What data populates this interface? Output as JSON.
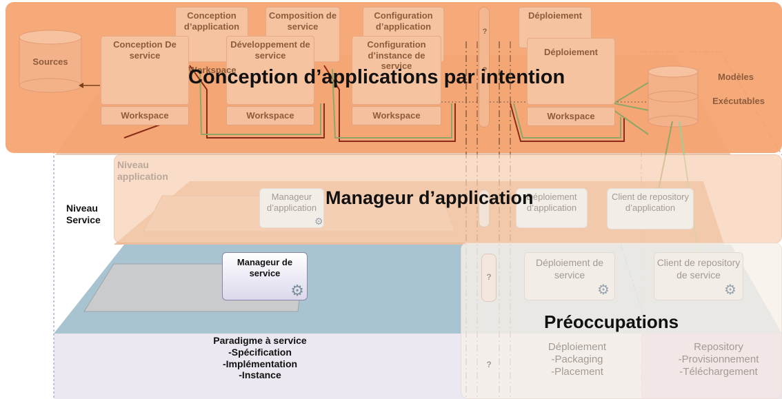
{
  "top": {
    "title": "Conception d’applications par intention",
    "sources": "Sources",
    "cards": [
      "Conception d’application",
      "Composition de service",
      "Configuration d’application",
      "Déploiement",
      "Conception De service",
      "Développement de service",
      "Configuration d’instance de service",
      "Déploiement"
    ],
    "workspace": "Workspace",
    "hidden_workspace": "Workspace",
    "question": "?",
    "modeles": "Modèles",
    "executables": "Exécutables"
  },
  "middle": {
    "title": "Manageur d’application",
    "niveau_application": "Niveau application",
    "niveau_service": "Niveau Service",
    "manageur_application": "Manageur d’application",
    "deploiement_application": "Déploiement d’application",
    "client_repository_application": "Client de repository d’application"
  },
  "bottom": {
    "manageur_service": "Manageur de service",
    "deploiement_service": "Déploiement de service",
    "client_repository_service": "Client de repository de service",
    "question": "?",
    "preoccupations_title": "Préoccupations",
    "paradigme": [
      "Paradigme à service",
      "-Spécification",
      "-Implémentation",
      "-Instance"
    ],
    "deploiement_col": [
      "Déploiement",
      "-Packaging",
      "-Placement"
    ],
    "repository_col": [
      "Repository",
      "-Provisionnement",
      "-Téléchargement"
    ]
  },
  "colors": {
    "top_band": "#f5a36f",
    "middle_band": "#f9d9c2",
    "service_plane": "#a8c3d0",
    "concern_box": "#f8f1ea",
    "paradigm_band": "#ece9f3"
  }
}
